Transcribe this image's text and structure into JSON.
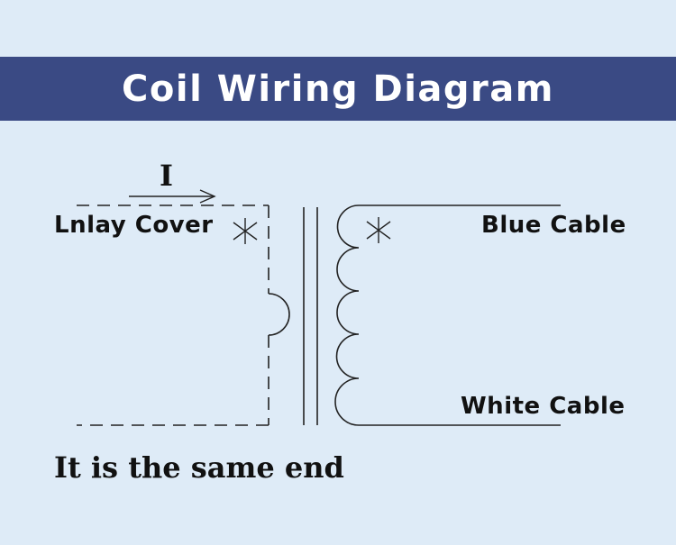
{
  "title": "Coil Wiring Diagram",
  "diagram": {
    "current_symbol": "I",
    "labels": {
      "inlay_cover": "Lnlay Cover",
      "blue_cable": "Blue Cable",
      "white_cable": "White Cable"
    },
    "note": "It is the same end",
    "colors": {
      "banner": "#3a4a84",
      "background": "#deebf7",
      "line": "#222222"
    }
  }
}
